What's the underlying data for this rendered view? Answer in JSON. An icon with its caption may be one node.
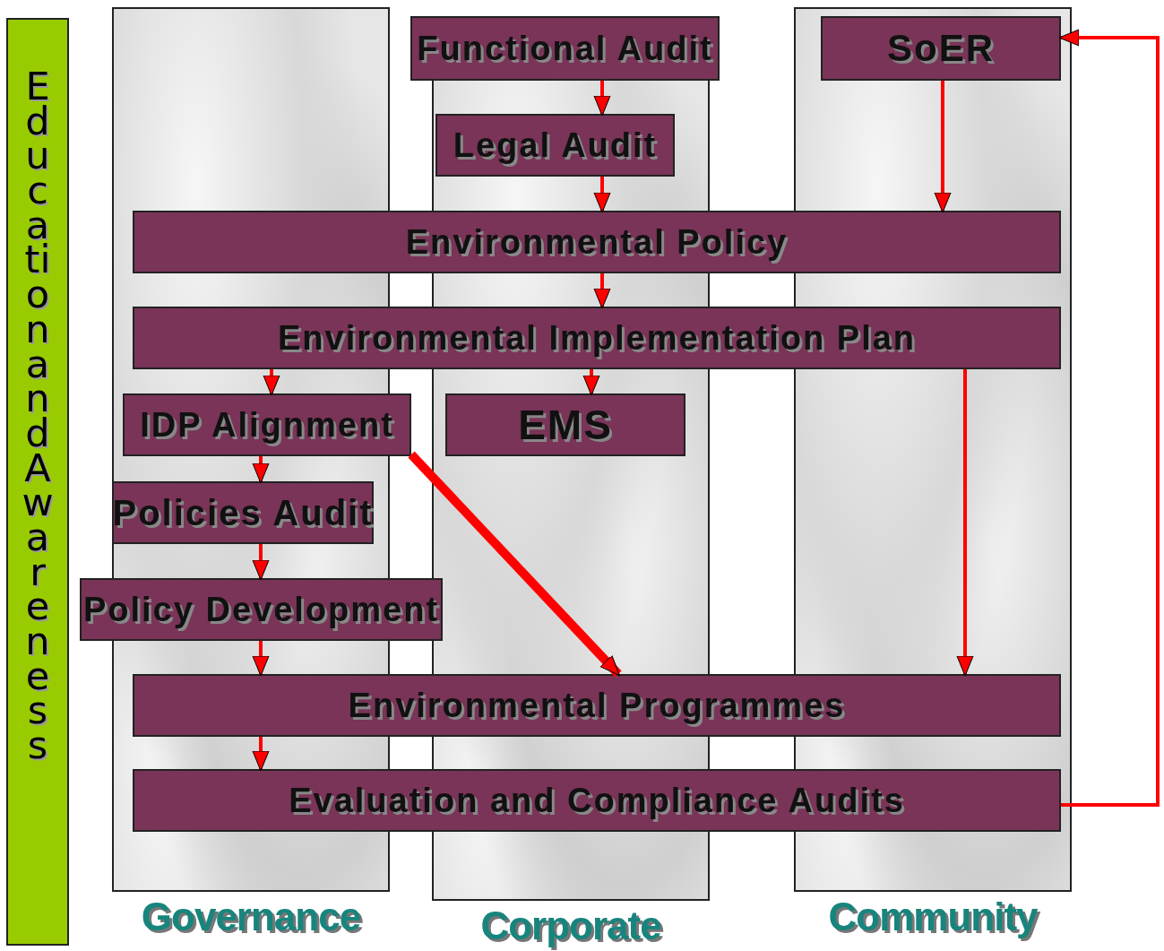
{
  "diagram": {
    "nodes": [
      {
        "text": [
          "Education and Awareness"
        ]
      },
      {
        "text": [
          "Governance"
        ]
      },
      {
        "text": [
          "Corporate"
        ]
      },
      {
        "text": [
          "Community"
        ]
      },
      {
        "text": [
          "Functional Audit"
        ]
      },
      {
        "text": [
          "SoER"
        ],
        "in": 3
      },
      {
        "text": [
          "Legal Audit"
        ],
        "in": 2
      },
      {
        "text": [
          "Environmental Policy"
        ]
      },
      {
        "text": [
          "Environmental Implementation Plan"
        ]
      },
      {
        "text": [
          "IDP Alignment"
        ]
      },
      {
        "text": [
          "EMS"
        ],
        "in": 2
      },
      {
        "text": [
          "Policies Audit"
        ],
        "in": 1
      },
      {
        "text": [
          "Policy Development"
        ]
      },
      {
        "text": [
          "Environmental Programmes"
        ]
      },
      {
        "text": [
          "Evaluation and Compliance Audits"
        ]
      }
    ],
    "edges": [
      {
        "from": 4,
        "to": 6,
        "arrow": "to"
      },
      {
        "from": 6,
        "to": 7,
        "arrow": "to"
      },
      {
        "from": 5,
        "to": 7,
        "arrow": "to"
      },
      {
        "from": 7,
        "to": 8,
        "arrow": "to"
      },
      {
        "from": 8,
        "to": 9,
        "arrow": "to"
      },
      {
        "from": 8,
        "to": 10,
        "arrow": "to"
      },
      {
        "from": 8,
        "to": 13,
        "arrow": "to"
      },
      {
        "from": 9,
        "to": 11,
        "arrow": "to"
      },
      {
        "from": 11,
        "to": 12,
        "arrow": "to"
      },
      {
        "from": 12,
        "to": 13,
        "arrow": "to"
      },
      {
        "from": 13,
        "to": 14,
        "arrow": "to"
      },
      {
        "from": 9,
        "to": 13,
        "arrow": "to",
        "style": "thick"
      },
      {
        "from": 14,
        "to": 5,
        "arrow": "to"
      }
    ]
  }
}
